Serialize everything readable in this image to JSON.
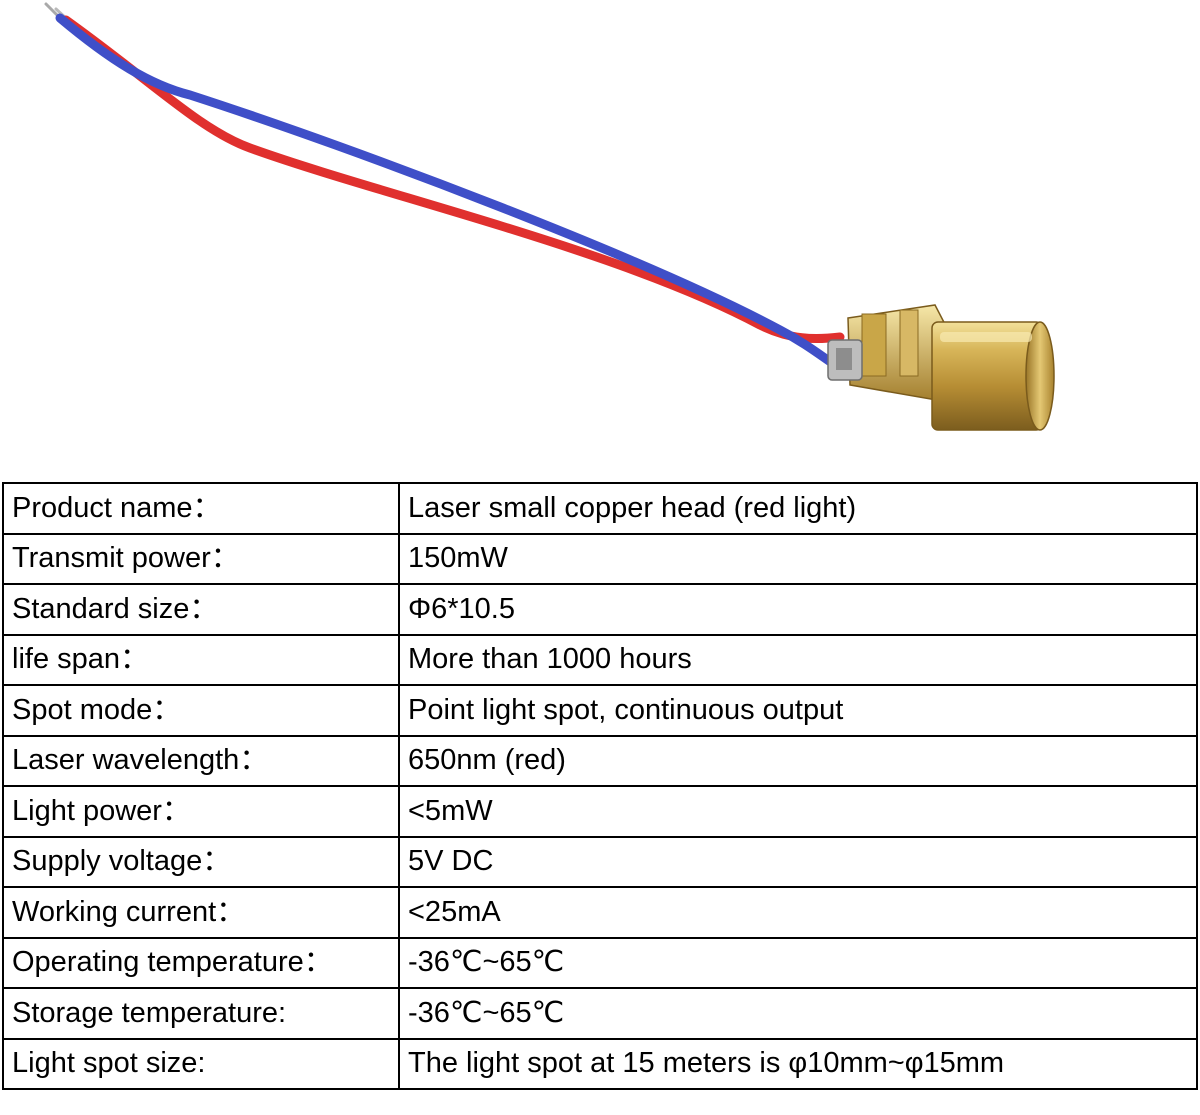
{
  "colors": {
    "wire_red": "#e0302e",
    "wire_blue": "#3f4fc8",
    "brass": "#c9a648",
    "brass_dark": "#8a6a22",
    "brass_light": "#f1dc8c",
    "table_border": "#000000"
  },
  "photo": {
    "subject": "laser-diode-module"
  },
  "specs": {
    "rows": [
      {
        "label": "Product name：",
        "value": "Laser small copper head (red light)"
      },
      {
        "label": "Transmit power：",
        "value": "150mW"
      },
      {
        "label": "Standard size：",
        "value": "Φ6*10.5"
      },
      {
        "label": "life span：",
        "value": "More than 1000 hours"
      },
      {
        "label": "Spot mode：",
        "value": "Point light spot, continuous output"
      },
      {
        "label": "Laser wavelength：",
        "value": "650nm (red)"
      },
      {
        "label": "Light power：",
        "value": "<5mW"
      },
      {
        "label": "Supply voltage：",
        "value": "5V DC"
      },
      {
        "label": "Working current：",
        "value": "<25mA"
      },
      {
        "label": "Operating temperature：",
        "value": "-36℃~65℃"
      },
      {
        "label": "Storage temperature:",
        "value": "-36℃~65℃"
      },
      {
        "label": "Light spot size:",
        "value": "The light spot at 15 meters is φ10mm~φ15mm"
      }
    ]
  }
}
